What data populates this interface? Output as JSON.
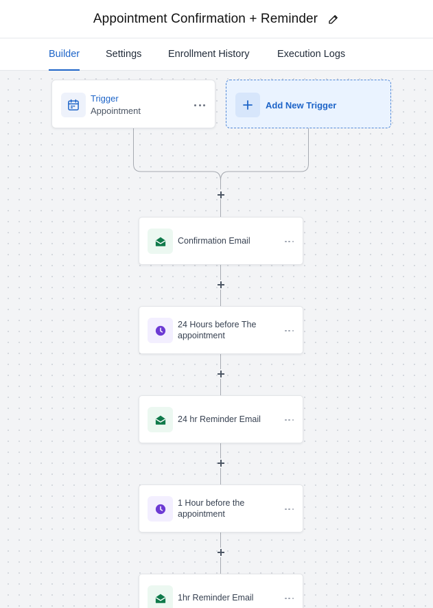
{
  "header": {
    "title": "Appointment Confirmation + Reminder"
  },
  "tabs": [
    {
      "label": "Builder",
      "active": true
    },
    {
      "label": "Settings",
      "active": false
    },
    {
      "label": "Enrollment History",
      "active": false
    },
    {
      "label": "Execution Logs",
      "active": false
    }
  ],
  "trigger": {
    "title": "Trigger",
    "subtitle": "Appointment",
    "icon": "calendar-icon"
  },
  "add_trigger": {
    "label": "Add New Trigger",
    "icon": "plus-icon"
  },
  "steps": [
    {
      "label": "Confirmation Email",
      "type": "email",
      "icon": "envelope-open-icon"
    },
    {
      "label": "24 Hours before The appointment",
      "type": "wait",
      "icon": "clock-icon"
    },
    {
      "label": "24 hr Reminder Email",
      "type": "email",
      "icon": "envelope-open-icon"
    },
    {
      "label": "1 Hour before the appointment",
      "type": "wait",
      "icon": "clock-icon"
    },
    {
      "label": "1hr Reminder Email",
      "type": "email",
      "icon": "envelope-open-icon"
    }
  ],
  "colors": {
    "accent": "#1d64c8",
    "email_icon": "#0f7a4a",
    "wait_icon": "#6d3bd4",
    "canvas_bg": "#f3f4f6"
  }
}
